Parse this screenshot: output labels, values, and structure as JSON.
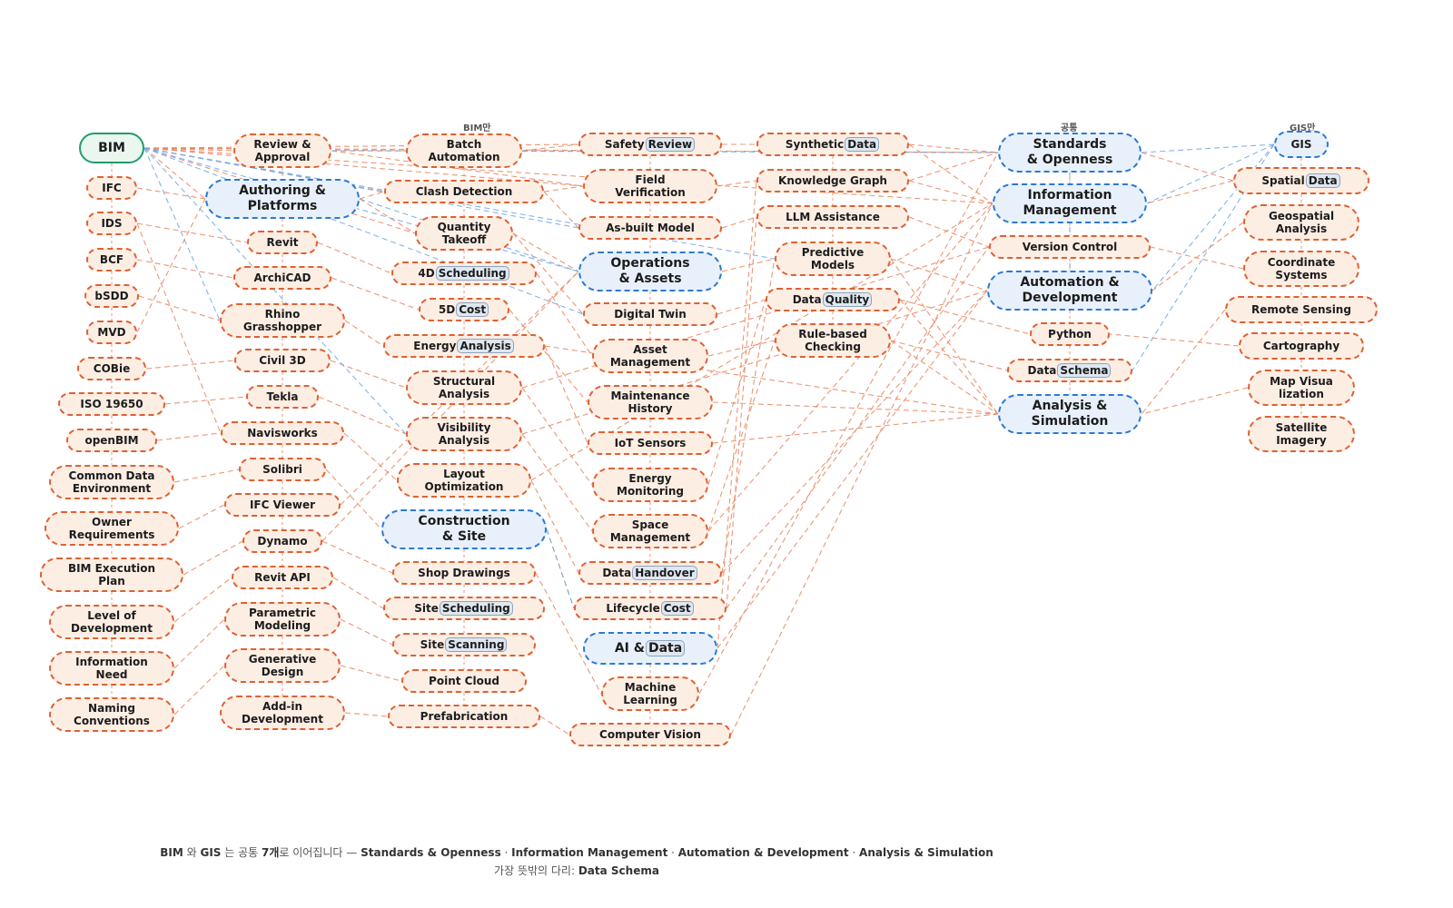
{
  "labels": {
    "bim_only": "BIM만",
    "common": "공통",
    "gis_only": "GIS만"
  },
  "footer": {
    "line1_parts": [
      "BIM",
      " 와 ",
      "GIS",
      " 는 공통 ",
      "7개",
      "로 이어집니다 — ",
      "Standards & Openness",
      " · ",
      "Information Management",
      " · ",
      "Automation & Development",
      " · ",
      "Analysis & Simulation"
    ],
    "line2_prefix": "가장 뜻밖의 다리: ",
    "line2_value": "Data Schema"
  },
  "colors": {
    "bim_edge": "#e8855f",
    "gis_edge": "#6fa8e6",
    "root_border": "#229b6b",
    "hub_border": "#2d79d2",
    "node_border": "#dc6133"
  },
  "nodes": {
    "bim": "BIM",
    "gis": "GIS",
    "ifc": "IFC",
    "ids": "IDS",
    "bcf": "BCF",
    "bsdd": "bSDD",
    "mvd": "MVD",
    "cobie": "COBie",
    "iso": "ISO 19650",
    "openbim": "openBIM",
    "cde": "Common Data\nEnvironment",
    "owner": "Owner\nRequirements",
    "bep": "BIM Execution\nPlan",
    "lod": "Level of\nDevelopment",
    "infoneed": "Information\nNeed",
    "naming": "Naming\nConventions",
    "review": "Review &\nApproval",
    "authoring": "Authoring &\nPlatforms",
    "revit": "Revit",
    "archicad": "ArchiCAD",
    "rhino": "Rhino\nGrasshopper",
    "civil3d": "Civil 3D",
    "tekla": "Tekla",
    "navis": "Navisworks",
    "solibri": "Solibri",
    "ifcviewer": "IFC Viewer",
    "dynamo": "Dynamo",
    "revitapi": "Revit API",
    "parametric": "Parametric\nModeling",
    "generative": "Generative\nDesign",
    "addin": "Add-in\nDevelopment",
    "batch": "Batch\nAutomation",
    "clash": "Clash Detection",
    "qto": "Quantity\nTakeoff",
    "sched4d": [
      "4D",
      "Scheduling"
    ],
    "cost5d": [
      "5D",
      "Cost"
    ],
    "energy": [
      "Energy",
      "Analysis"
    ],
    "structural": "Structural\nAnalysis",
    "visibility": "Visibility\nAnalysis",
    "layout": "Layout\nOptimization",
    "construction": "Construction\n& Site",
    "shop": "Shop Drawings",
    "sitesched": [
      "Site",
      "Scheduling"
    ],
    "sitescan": [
      "Site",
      "Scanning"
    ],
    "pointcloud": "Point Cloud",
    "prefab": "Prefabrication",
    "safety": [
      "Safety",
      "Review"
    ],
    "fieldver": "Field\nVerification",
    "asbuilt": "As-built Model",
    "operations": "Operations\n& Assets",
    "twin": "Digital Twin",
    "assetmgmt": "Asset\nManagement",
    "maint": "Maintenance\nHistory",
    "iot": "IoT Sensors",
    "energymon": "Energy\nMonitoring",
    "space": "Space\nManagement",
    "handover": [
      "Data",
      "Handover"
    ],
    "lifecycle": [
      "Lifecycle",
      "Cost"
    ],
    "aidata": [
      "AI &",
      "Data"
    ],
    "ml": "Machine\nLearning",
    "cv": "Computer Vision",
    "synthetic": [
      "Synthetic",
      "Data"
    ],
    "kg": "Knowledge Graph",
    "llm": "LLM Assistance",
    "predictive": "Predictive\nModels",
    "dataquality": [
      "Data",
      "Quality"
    ],
    "rulebased": "Rule-based\nChecking",
    "standards": "Standards\n& Openness",
    "infomgmt": "Information\nManagement",
    "version": "Version Control",
    "automation": "Automation &\nDevelopment",
    "python": "Python",
    "dataschema": [
      "Data",
      "Schema"
    ],
    "analysis": "Analysis &\nSimulation",
    "spatial": [
      "Spatial",
      "Data"
    ],
    "geospatial": "Geospatial\nAnalysis",
    "coord": "Coordinate\nSystems",
    "remote": "Remote Sensing",
    "carto": "Cartography",
    "mapviz": "Map Visua\nlization",
    "sat": "Satellite\nImagery"
  }
}
